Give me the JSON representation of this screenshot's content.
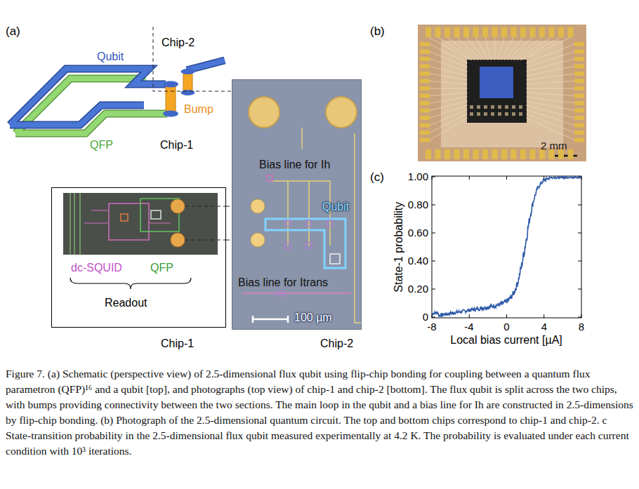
{
  "diagram": {
    "caption": "Figure 7.  (a) Schematic (perspective view) of 2.5-dimensional flux qubit using flip-chip bonding for coupling between a quantum flux parametron (QFP)¹⁶ and a qubit [top], and photographs (top view) of chip-1 and chip-2 [bottom]. The flux qubit is split across the two chips, with bumps providing connectivity between the two sections. The main loop in the qubit and a bias line for Ih are constructed in 2.5-dimensions by flip-chip bonding. (b) Photograph of the 2.5-dimensional quantum circuit. The top and bottom chips correspond to chip-1 and chip-2. c State-transition probability in the 2.5-dimensional flux qubit measured experimentally at 4.2 K. The probability is evaluated under each current condition with 10³ iterations.",
    "nodes": [
      {
        "text": [
          "dc-SQUID",
          "QFP",
          "Readout",
          "Chip-1"
        ]
      },
      {
        "text": [
          "Bias line for Ih",
          "Qubit",
          "Bias line for Itrans",
          "100 µm",
          "Chip-2"
        ]
      }
    ],
    "edges": [
      {
        "from": 0,
        "to": 1,
        "arrow": "none"
      },
      {
        "from": 0,
        "to": 1,
        "arrow": "none"
      }
    ],
    "labels": [
      "(a)",
      "Chip-2",
      "Qubit",
      "Bump",
      "QFP",
      "Chip-1",
      "(b)",
      "2 mm",
      "(c)",
      "1.00",
      "0.80",
      "0.60",
      "0.40",
      "0.20",
      "0",
      "-8",
      "-4",
      "0",
      "4",
      "8",
      "State-1 probability",
      "Local bias current [µA]"
    ]
  }
}
